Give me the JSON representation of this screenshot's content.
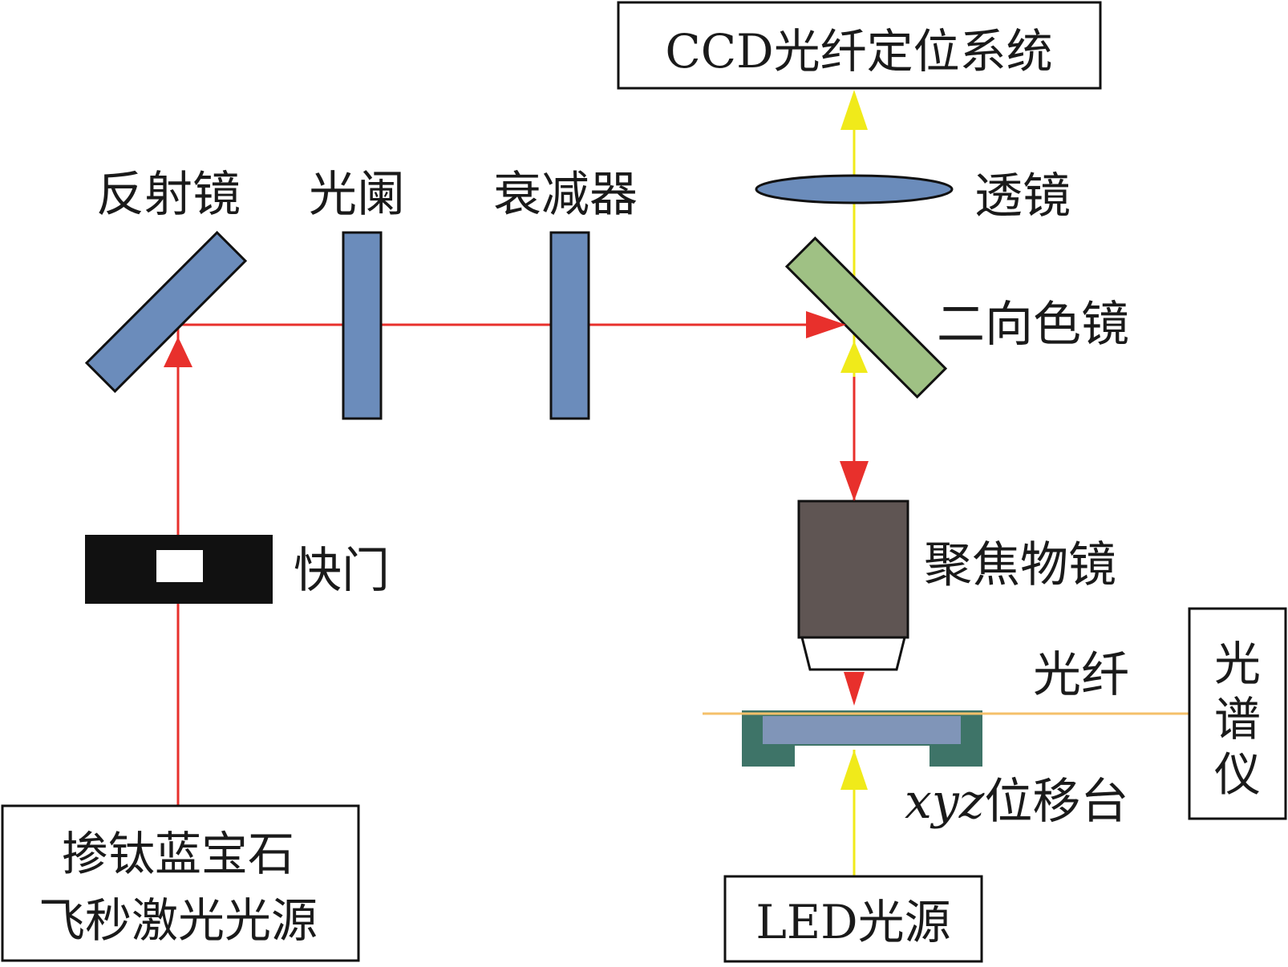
{
  "colors": {
    "laser": "#e8302c",
    "led_light": "#f0ea1a",
    "fiber": "#f5c06a",
    "optic_blue": "#6b8cbb",
    "dichroic_green": "#9fc184",
    "objective": "#5f5553",
    "stage_dark": "#3e7468",
    "stage_light": "#8095b8",
    "shutter": "#111111"
  },
  "boxes": {
    "ccd": "CCD光纤定位系统",
    "laser_source_line1": "掺钛蓝宝石",
    "laser_source_line2": "飞秒激光光源",
    "led": "LED光源",
    "spectrometer_line1": "光",
    "spectrometer_line2": "谱",
    "spectrometer_line3": "仪"
  },
  "labels": {
    "mirror": "反射镜",
    "aperture": "光阑",
    "attenuator": "衰减器",
    "lens": "透镜",
    "dichroic": "二向色镜",
    "shutter": "快门",
    "objective": "聚焦物镜",
    "fiber": "光纤",
    "stage_prefix": "xyz",
    "stage_suffix": "位移台"
  }
}
